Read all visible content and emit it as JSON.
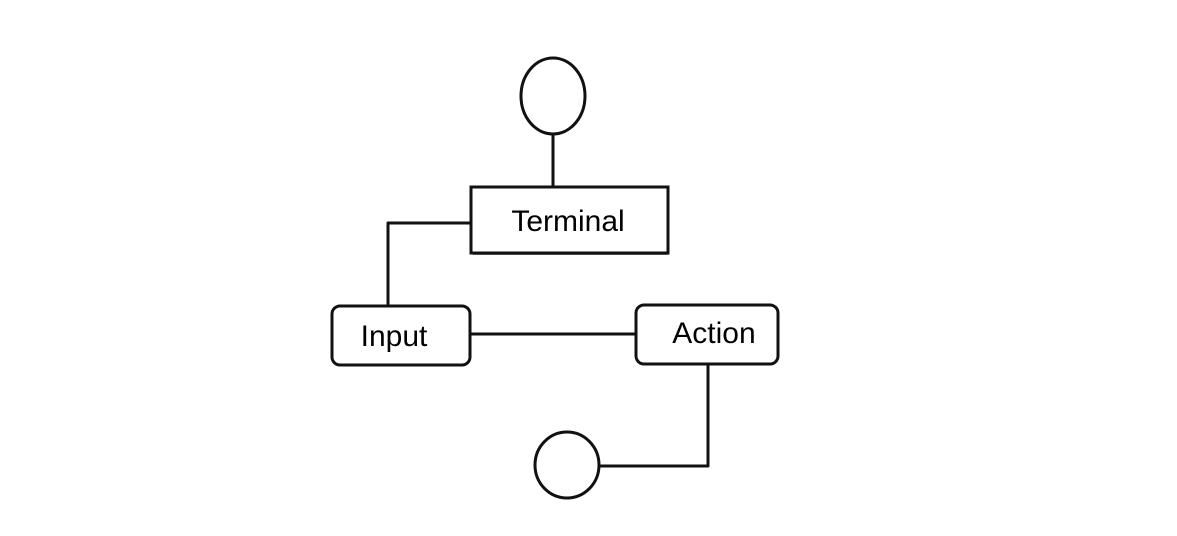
{
  "diagram": {
    "nodes": {
      "terminal": {
        "label": "Terminal"
      },
      "input": {
        "label": "Input"
      },
      "action": {
        "label": "Action"
      }
    },
    "colors": {
      "background": "#ffffff",
      "stroke": "#111111",
      "text": "#000000"
    }
  }
}
